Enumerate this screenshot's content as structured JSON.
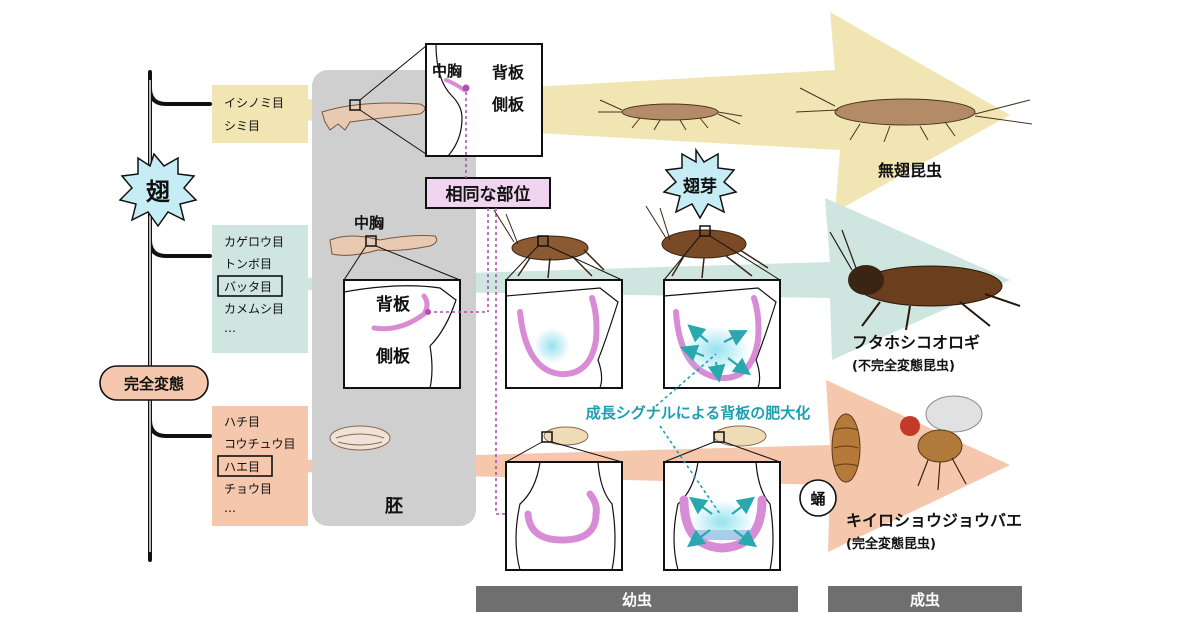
{
  "groups": {
    "apterygote": {
      "items": [
        "イシノミ目",
        "シミ目"
      ]
    },
    "hemimetabola": {
      "items": [
        "カゲロウ目",
        "トンボ目",
        "バッタ目",
        "カメムシ目",
        "…"
      ]
    },
    "holometabola": {
      "items": [
        "ハチ目",
        "コウチュウ目",
        "ハエ目",
        "チョウ目",
        "…"
      ]
    }
  },
  "labels": {
    "wing_burst": "翅",
    "complete_metamorphosis": "完全変態",
    "embryo": "胚",
    "mesothorax_top": "中胸",
    "notum_top": "背板",
    "pleuron_top": "側板",
    "homologous": "相同な部位",
    "mesothorax_mid": "中胸",
    "notum_mid": "背板",
    "pleuron_mid": "側板",
    "wing_bud": "翅芽",
    "growth_signal": "成長シグナルによる背板の肥大化",
    "pupa": "蛹",
    "larva_bar": "幼虫",
    "adult_bar": "成虫"
  },
  "species": {
    "wingless": "無翅昆虫",
    "cricket": "フタホシコオロギ",
    "cricket_type": "(不完全変態昆虫)",
    "fly": "キイロショウジョウバエ",
    "fly_type": "(完全変態昆虫)"
  },
  "colors": {
    "yellow": "#f1e6b3",
    "teal": "#cfe5e0",
    "peach": "#f5c8ad",
    "embryo_gray": "#cfcfcf",
    "burst": "#c6ecf5",
    "magenta": "#d98cd6",
    "cyan": "#2bb5c6",
    "bar": "#6f6f6f"
  }
}
